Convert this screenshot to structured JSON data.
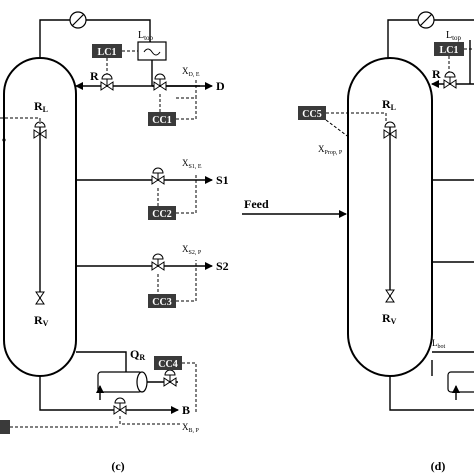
{
  "panel_c": {
    "caption": "(c)",
    "controllers": {
      "lc1": "LC1",
      "cc1": "CC1",
      "cc2": "CC2",
      "cc3": "CC3",
      "cc4": "CC4"
    },
    "streams": {
      "d": "D",
      "s1": "S1",
      "s2": "S2",
      "b": "B"
    },
    "labels": {
      "r": "R",
      "rl_main": "R",
      "rl_sub": "L",
      "rv_main": "R",
      "rv_sub": "V",
      "qr_main": "Q",
      "qr_sub": "R",
      "ltop_main": "L",
      "ltop_sub": "top"
    },
    "compositions": {
      "xd_main": "X",
      "xd_sub": "D, E",
      "xs1_main": "X",
      "xs1_sub": "S1, E",
      "xs2_main": "X",
      "xs2_sub": "S2, P",
      "xb_main": "X",
      "xb_sub": "B, P"
    }
  },
  "panel_d": {
    "caption": "(d)",
    "feed": "Feed",
    "controllers": {
      "lc1": "LC1",
      "cc5": "CC5"
    },
    "labels": {
      "r": "R",
      "rl_main": "R",
      "rl_sub": "L",
      "rv_main": "R",
      "rv_sub": "V",
      "ltop_main": "L",
      "ltop_sub": "top",
      "lbot_main": "L",
      "lbot_sub": "bot"
    },
    "compositions": {
      "xprop_main": "X",
      "xprop_sub": "Prop, P"
    }
  },
  "colors": {
    "controller_box": "#3a3a3a",
    "line": "#000000"
  }
}
